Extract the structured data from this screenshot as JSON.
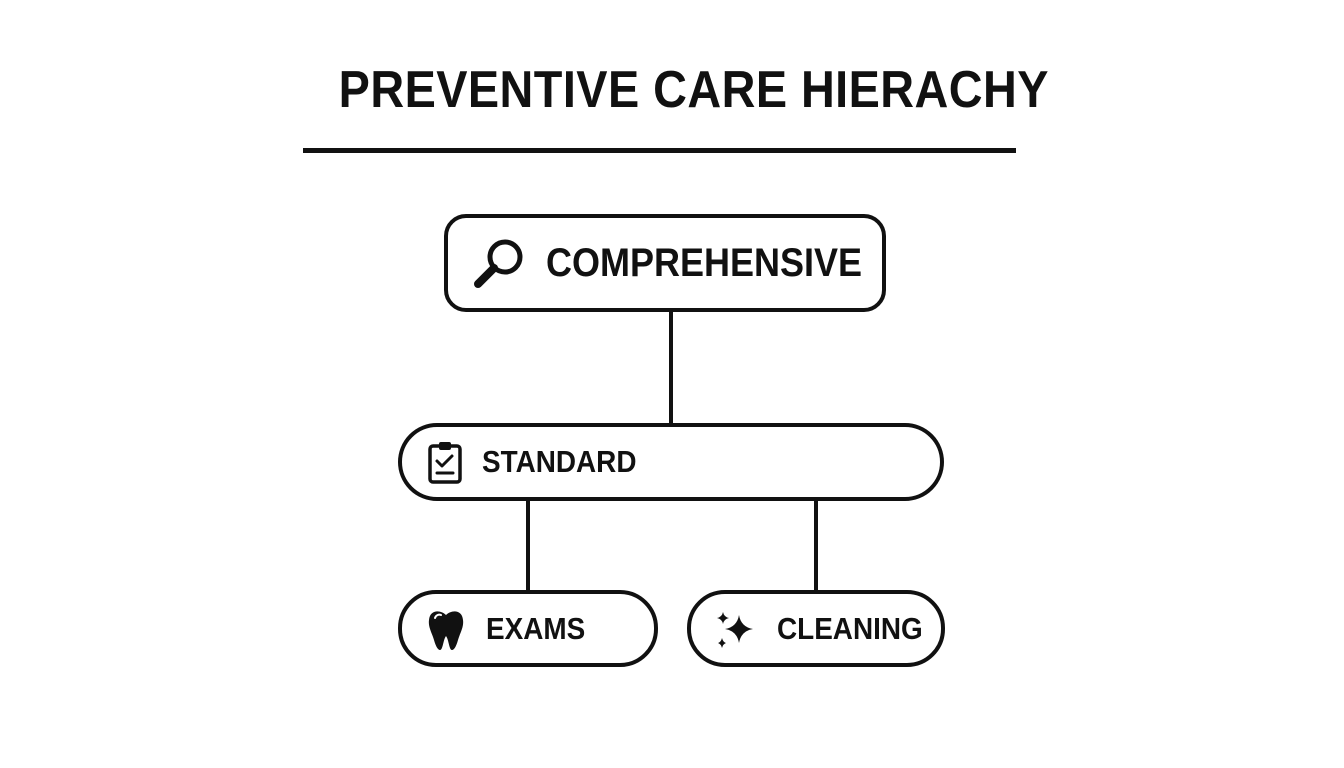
{
  "title": "PREVENTIVE CARE HIERACHY",
  "nodes": {
    "comprehensive": {
      "label": "COMPREHENSIVE",
      "icon": "magnifying-glass-icon"
    },
    "standard": {
      "label": "STANDARD",
      "icon": "clipboard-check-icon"
    },
    "exams": {
      "label": "EXAMS",
      "icon": "tooth-icon"
    },
    "cleaning": {
      "label": "CLEANING",
      "icon": "sparkle-icon"
    }
  },
  "edges": [
    {
      "from": "COMPREHENSIVE",
      "to": "STANDARD"
    },
    {
      "from": "STANDARD",
      "to": "EXAMS"
    },
    {
      "from": "STANDARD",
      "to": "CLEANING"
    }
  ],
  "colors": {
    "ink": "#111111",
    "background": "#ffffff"
  }
}
